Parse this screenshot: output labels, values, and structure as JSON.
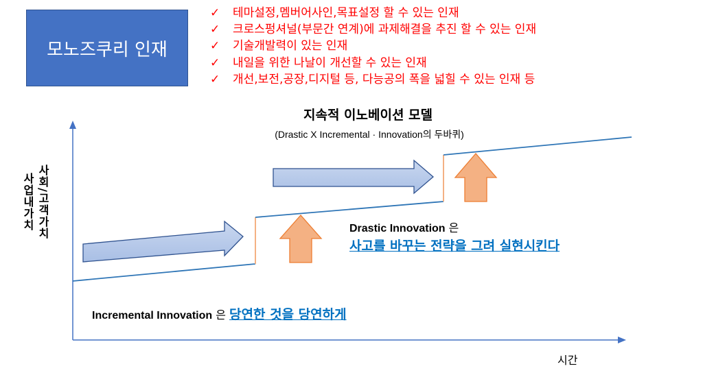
{
  "header": {
    "box_label": "모노즈쿠리 인재",
    "checklist": [
      "테마설정,멤버어사인,목표설정 할 수 있는 인재",
      "크로스펑셔널(부문간 연계)에 과제해결을 추진 할 수 있는 인재",
      "기술개발력이 있는 인재",
      "내일을 위한 나날이 개선할 수 있는 인재",
      "개선,보전,공장,디지털 등, 다능공의 폭을 넓힐 수 있는 인재 등"
    ],
    "check_mark": "✓"
  },
  "model": {
    "title": "지속적 이노베이션 모델",
    "subtitle": "(Drastic X Incremental · Innovation의 두바퀴)"
  },
  "axes": {
    "y_label_social": "사회/고객가치",
    "y_label_business": "사업내가치",
    "x_label": "시간"
  },
  "drastic": {
    "term": "Drastic Innovation",
    "particle": " 은",
    "description": "사고를 바꾸는 전략을 그려 실현시킨다"
  },
  "incremental": {
    "term": "Incremental Innovation",
    "particle": " 은 ",
    "description": "당연한 것을 당연하게"
  },
  "colors": {
    "box_fill": "#4472C4",
    "checklist_text": "#FF0000",
    "axis": "#4472C4",
    "trend_line": "#2E75B6",
    "step_line": "#F4B183",
    "right_arrow_fill": "#B4C7E7",
    "up_arrow_fill": "#F4B183",
    "emphasis_text": "#0070C0"
  }
}
